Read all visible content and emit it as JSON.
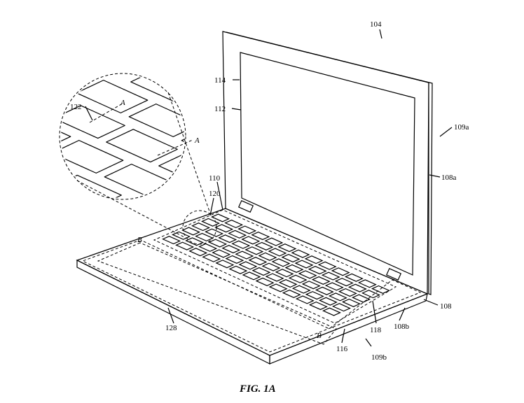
{
  "figure": {
    "caption": "FIG. 1A",
    "labels": {
      "l104": "104",
      "l114": "114",
      "l112": "112",
      "l109a": "109a",
      "l108a": "108a",
      "l122": "122",
      "lA1": "A",
      "lA2": "A",
      "l110": "110",
      "l120": "120",
      "lB1": "B",
      "l108": "108",
      "l108b": "108b",
      "l118": "118",
      "l128": "128",
      "lB2": "B",
      "l116": "116",
      "l109b": "109b"
    }
  }
}
